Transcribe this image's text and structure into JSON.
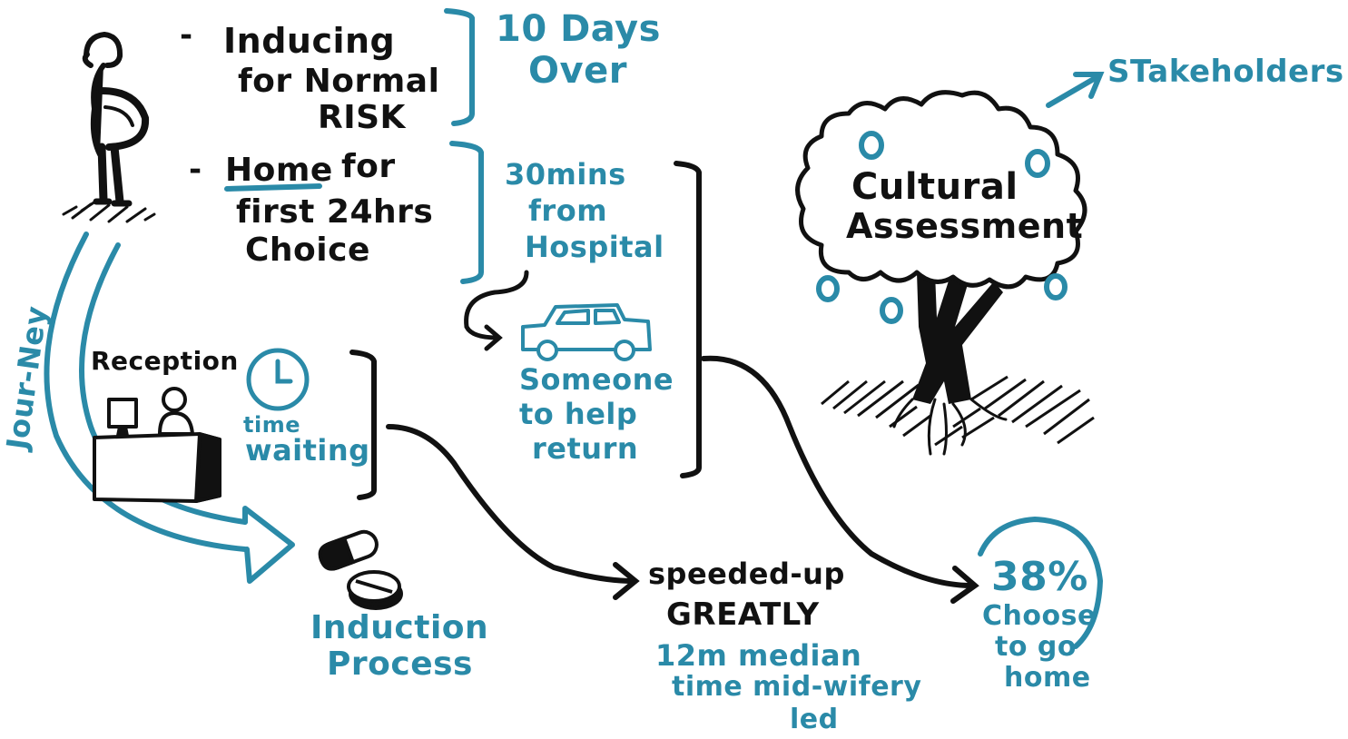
{
  "colors": {
    "ink": "#111111",
    "accent": "#2a8aa8"
  },
  "bullets": {
    "inducing": {
      "dash": "-",
      "line1": "Inducing",
      "line2": "for Normal",
      "line3": "RISK"
    },
    "home": {
      "dash": "-",
      "underlined": "Home",
      "rest1": "for",
      "line2": "first 24hrs",
      "line3": "Choice"
    }
  },
  "notes": {
    "days_over": {
      "line1": "10 Days",
      "line2": "Over"
    },
    "distance": {
      "line1": "30mins",
      "line2": "from",
      "line3": "Hospital"
    },
    "help": {
      "line1": "Someone",
      "line2": "to help",
      "line3": "return"
    }
  },
  "journey": {
    "label": "Jour-Ney"
  },
  "reception": {
    "label": "Reception",
    "time_waiting": {
      "line1": "time",
      "line2": "waiting"
    }
  },
  "induction": {
    "line1": "Induction",
    "line2": "Process"
  },
  "outcome": {
    "speed": {
      "line1": "speeded-up",
      "line2": "GREATLY"
    },
    "median": {
      "line1": "12m median",
      "line2": "time mid-wifery",
      "line3": "led"
    }
  },
  "result": {
    "percent": "38%",
    "line1": "Choose",
    "line2": "to go",
    "line3": "home"
  },
  "tree": {
    "line1": "Cultural",
    "line2": "Assessment"
  },
  "stakeholders": {
    "label": "STakeholders"
  },
  "icons": [
    "pregnant-woman-icon",
    "clock-icon",
    "car-icon",
    "pill-icon",
    "tree-icon",
    "receptionist-icon"
  ]
}
